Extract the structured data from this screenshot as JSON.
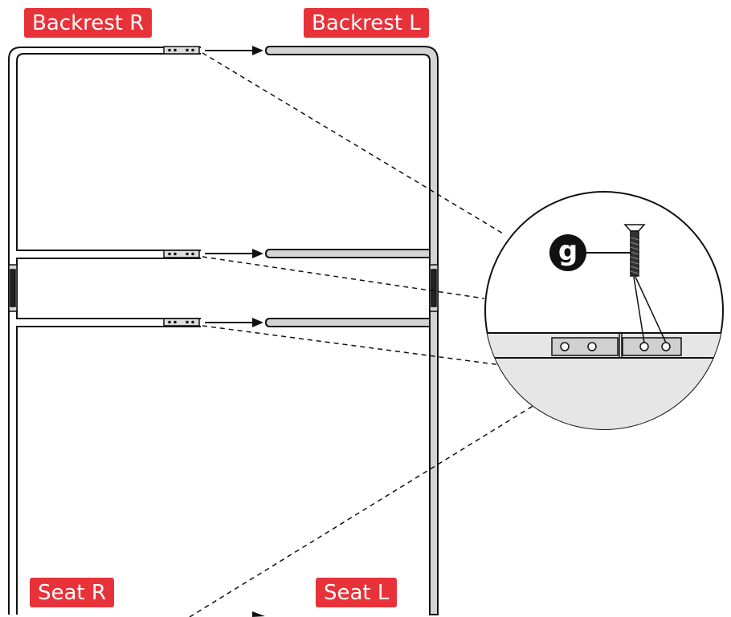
{
  "labels": {
    "backrest_r": "Backrest R",
    "backrest_l": "Backrest L",
    "seat_r": "Seat R",
    "seat_l": "Seat L"
  },
  "part_badge": "g",
  "colors": {
    "label_bg": "#e8323a",
    "label_text": "#ffffff",
    "frame_fill": "#d4d4d4",
    "line": "#111111",
    "badge_bg": "#111111"
  }
}
